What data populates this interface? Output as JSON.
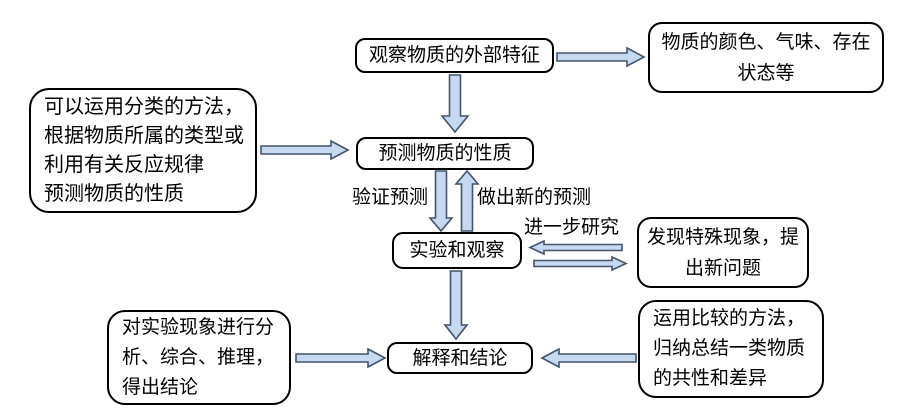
{
  "nodes": {
    "observe": {
      "label": "观察物质的外部特征"
    },
    "external_features": {
      "lines": [
        "物质的颜色、气味、存在",
        "状态等"
      ]
    },
    "classification_method": {
      "lines": [
        "可以运用分类的方法，",
        "根据物质所属的类型或",
        "利用有关反应规律",
        "预测物质的性质"
      ]
    },
    "predict": {
      "label": "预测物质的性质"
    },
    "experiment": {
      "label": "实验和观察"
    },
    "discover": {
      "lines": [
        "发现特殊现象，提",
        "出新问题"
      ]
    },
    "conclusion": {
      "label": "解释和结论"
    },
    "analyze": {
      "lines": [
        "对实验现象进行分",
        "析、综合、推理，",
        "得出结论"
      ]
    },
    "compare": {
      "lines": [
        "运用比较的方法，",
        "归纳总结一类物质",
        "的共性和差异"
      ]
    }
  },
  "edge_labels": {
    "verify_prediction": "验证预测",
    "make_new_prediction": "做出新的预测",
    "further_study": "进一步研究"
  },
  "colors": {
    "arrow_fill": "#c6d9f1",
    "arrow_stroke": "#44546a",
    "box_border": "#000000",
    "background": "#ffffff",
    "text": "#000000"
  }
}
